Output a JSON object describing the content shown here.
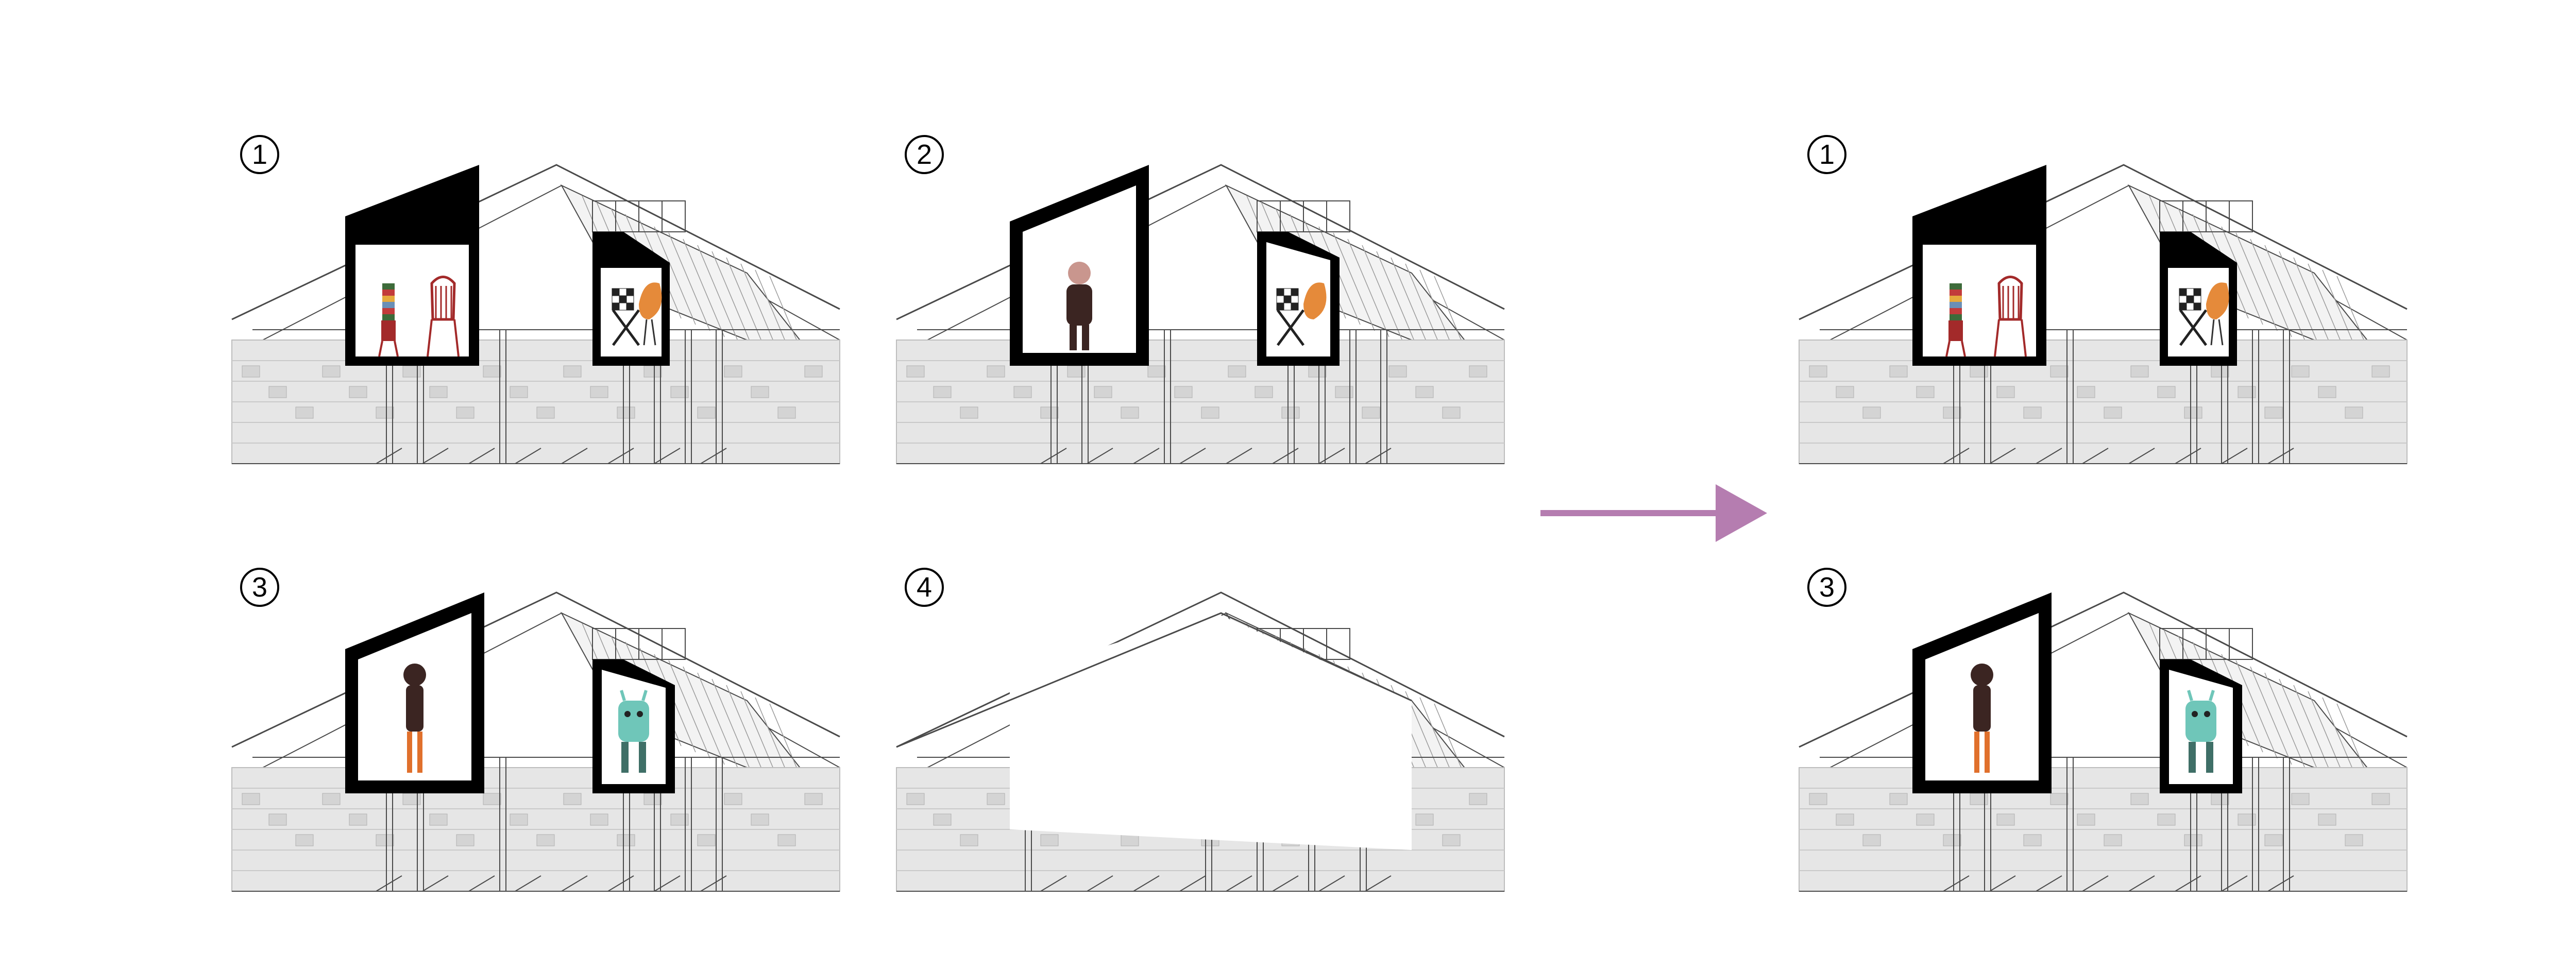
{
  "panels": [
    {
      "id": "p1",
      "label": "1",
      "variant": "furniture"
    },
    {
      "id": "p2",
      "label": "2",
      "variant": "person-left"
    },
    {
      "id": "p3",
      "label": "3",
      "variant": "figures"
    },
    {
      "id": "p4",
      "label": "4",
      "variant": "empty"
    },
    {
      "id": "p1b",
      "label": "1",
      "variant": "furniture"
    },
    {
      "id": "p3b",
      "label": "3",
      "variant": "figures"
    }
  ],
  "colors": {
    "arrow": "#b57db0",
    "frame": "#000000",
    "building_line": "#4a4a4a",
    "building_fill": "#e6e6e6",
    "chair_red": "#a32a2a",
    "chair_orange": "#e58a3a",
    "figure_dark": "#3b2522",
    "monster_teal": "#6fc6b9"
  },
  "icons": [
    "arrow-right-icon"
  ]
}
